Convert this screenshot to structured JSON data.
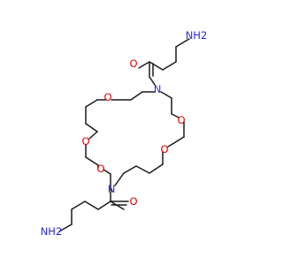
{
  "molecule": {
    "atoms": [
      {
        "id": "n1",
        "label": "N"
      },
      {
        "id": "n2",
        "label": "N"
      },
      {
        "id": "o1",
        "label": "O"
      },
      {
        "id": "o2",
        "label": "O"
      },
      {
        "id": "o3",
        "label": "O"
      },
      {
        "id": "o4",
        "label": "O"
      },
      {
        "id": "o5",
        "label": "O"
      },
      {
        "id": "o6",
        "label": "O"
      },
      {
        "id": "nh2-top",
        "label": "NH2"
      },
      {
        "id": "nh2-bottom",
        "label": "NH2"
      }
    ],
    "colors": {
      "bond": "#1a1a1a",
      "oxygen": "#e00000",
      "nitrogen": "#2a2ad6",
      "background": "#ffffff"
    }
  }
}
